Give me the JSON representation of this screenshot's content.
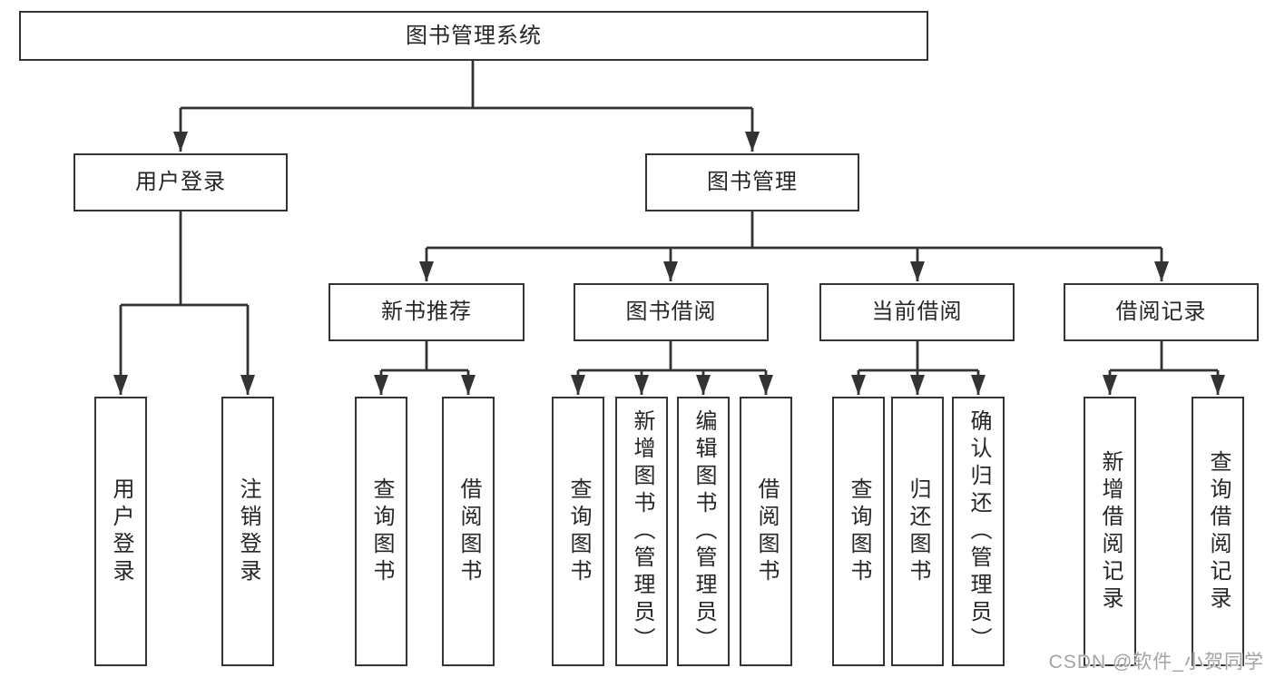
{
  "colors": {
    "line": "#333333",
    "border": "#333333",
    "text": "#262626",
    "bg": "#ffffff",
    "watermark": "#a3a3a3"
  },
  "root": {
    "label": "图书管理系统"
  },
  "branches": {
    "user_login": {
      "label": "用户登录",
      "children": {
        "login": {
          "label": "用户登录"
        },
        "logout": {
          "label": "注销登录"
        }
      }
    },
    "book_mgmt": {
      "label": "图书管理",
      "children": {
        "new_book_rec": {
          "label": "新书推荐",
          "children": {
            "query": {
              "label": "查询图书"
            },
            "borrow": {
              "label": "借阅图书"
            }
          }
        },
        "book_borrow": {
          "label": "图书借阅",
          "children": {
            "query": {
              "label": "查询图书"
            },
            "add": {
              "label": "新增图书（管理员）"
            },
            "edit": {
              "label": "编辑图书（管理员）"
            },
            "borrow": {
              "label": "借阅图书"
            }
          }
        },
        "current_borrow": {
          "label": "当前借阅",
          "children": {
            "query": {
              "label": "查询图书"
            },
            "return": {
              "label": "归还图书"
            },
            "confirm": {
              "label": "确认归还（管理员）"
            }
          }
        },
        "borrow_record": {
          "label": "借阅记录",
          "children": {
            "add": {
              "label": "新增借阅记录"
            },
            "query": {
              "label": "查询借阅记录"
            }
          }
        }
      }
    }
  },
  "watermark": {
    "text": "CSDN @软件_小贺同学"
  }
}
